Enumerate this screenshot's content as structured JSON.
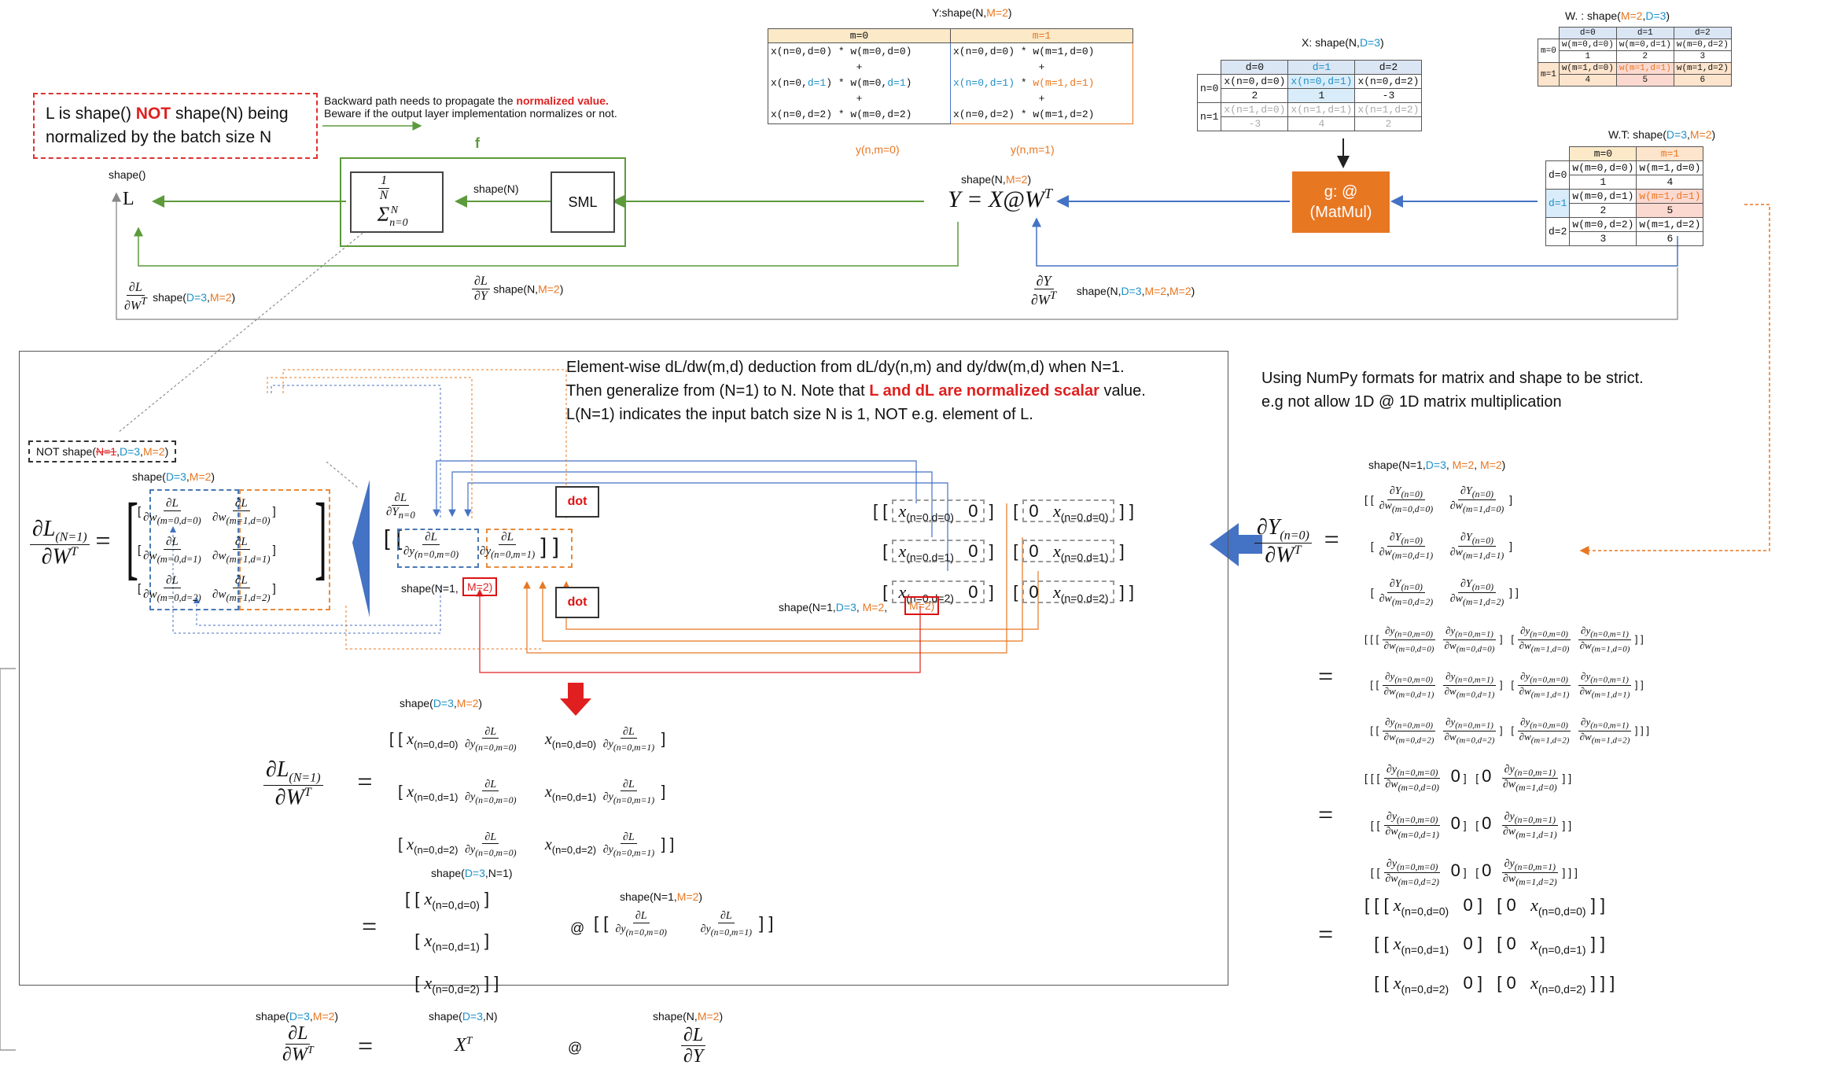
{
  "colors": {
    "blue": "#1e90c8",
    "orange": "#e87722",
    "red": "#e02020",
    "green": "#5c9a3c",
    "arrow_blue": "#4472c4"
  },
  "notes": {
    "l_shape_pre": "L is shape() ",
    "l_shape_not": "NOT",
    "l_shape_post": " shape(N) being",
    "l_shape_line2": "normalized by the batch size N",
    "backward_1": "Backward path needs to propagate the ",
    "backward_norm": "normalized value.",
    "backward_2": "Beware if the output  layer implementation normalizes or not.",
    "f_label": "f",
    "numpy_1": "Using NumPy formats for matrix and shape to be strict.",
    "numpy_2": "e.g not allow 1D @ 1D matrix multiplication",
    "element_1": "Element-wise dL/dw(m,d) deduction from dL/dy(n,m) and dy/dw(m,d) when N=1.",
    "element_2a": "Then generalize from (N=1) to N. Note that ",
    "element_2b": "L and dL are normalized scalar",
    "element_2c": " value.",
    "element_3": "L(N=1) indicates the input batch size  N is 1, NOT e.g. element of L.",
    "not_shape": "NOT shape("
  },
  "top_flow": {
    "shape_empty": "shape()",
    "L": "L",
    "shape_n": "shape(N)",
    "sml": "SML",
    "sum_label": "1/N Σ n=0..N",
    "y_shape": "shape(N,",
    "y_eq": "Y = X@W",
    "matmul_1": "g: @",
    "matmul_2": "(MatMul)",
    "dl_dwt_shape": "shape(",
    "dl_dy_shape": "shape(N,",
    "dy_dwt_shape": "shape(N,"
  },
  "y_table": {
    "title": "Y:shape(N,M=2)",
    "col0": "m=0",
    "col1": "m=1",
    "rows0": [
      "x(n=0,d=0)  *  w(m=0,d=0)",
      "+",
      "x(n=0,d=1)  *  w(m=0,d=1)",
      "+",
      "x(n=0,d=2)  *  w(m=0,d=2)"
    ],
    "rows1": [
      "x(n=0,d=0)  *  w(m=1,d=0)",
      "+",
      "x(n=0,d=1)  *  w(m=1,d=1)",
      "+",
      "x(n=0,d=2)  *  w(m=1,d=2)"
    ],
    "foot0": "y(n,m=0)",
    "foot1": "y(n,m=1)"
  },
  "x_table": {
    "title": "X: shape(N,D=3)",
    "cols": [
      "d=0",
      "d=1",
      "d=2"
    ],
    "rowlabels": [
      "n=0",
      "n=1"
    ],
    "r0": [
      "x(n=0,d=0)",
      "x(n=0,d=1)",
      "x(n=0,d=2)"
    ],
    "r0v": [
      "2",
      "1",
      "-3"
    ],
    "r1": [
      "x(n=1,d=0)",
      "x(n=1,d=1)",
      "x(n=1,d=2)"
    ],
    "r1v": [
      "-3",
      "4",
      "2"
    ]
  },
  "w_table": {
    "title": "W. : shape(M=2,D=3)",
    "cols": [
      "d=0",
      "d=1",
      "d=2"
    ],
    "rowlabels": [
      "m=0",
      "m=1"
    ],
    "r0": [
      "w(m=0,d=0)",
      "w(m=0,d=1)",
      "w(m=0,d=2)"
    ],
    "r0v": [
      "1",
      "2",
      "3"
    ],
    "r1": [
      "w(m=1,d=0)",
      "w(m=1,d=1)",
      "w(m=1,d=2)"
    ],
    "r1v": [
      "4",
      "5",
      "6"
    ]
  },
  "wt_table": {
    "title": "W.T: shape(D=3,M=2)",
    "cols": [
      "m=0",
      "m=1"
    ],
    "rowlabels": [
      "d=0",
      "d=1",
      "d=2"
    ],
    "c0": [
      "w(m=0,d=0)",
      "w(m=0,d=1)",
      "w(m=0,d=2)"
    ],
    "c0v": [
      "1",
      "2",
      "3"
    ],
    "c1": [
      "w(m=1,d=0)",
      "w(m=1,d=1)",
      "w(m=1,d=2)"
    ],
    "c1v": [
      "4",
      "5",
      "6"
    ]
  },
  "labels": {
    "dot": "dot",
    "matmul_op": "@",
    "shape_d3m2": "shape(D=3,M=2)",
    "shape_n1m2": "shape(N=1,",
    "shape_n1d3m2": "shape(N=1,D=3, M=2,",
    "shape_n1d3m2m2": "shape(N=1,D=3, M=2, M=2)",
    "shape_d3n1": "shape(D=3,N=1)",
    "shape_n1m2_full": "shape(N=1,M=2)",
    "shape_d3n": "shape(D=3,N)",
    "shape_nm2": "shape(N,M=2)",
    "zero": "0"
  }
}
